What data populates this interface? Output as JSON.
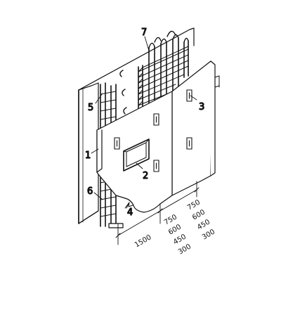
{
  "callouts": {
    "c1": "1",
    "c2": "2",
    "c3": "3",
    "c4": "4",
    "c5": "5",
    "c6": "6",
    "c7": "7"
  },
  "dimensions": {
    "width": "1500",
    "col_a": [
      "750",
      "600",
      "450",
      "300"
    ],
    "col_b": [
      "750",
      "600",
      "450",
      "300"
    ]
  }
}
